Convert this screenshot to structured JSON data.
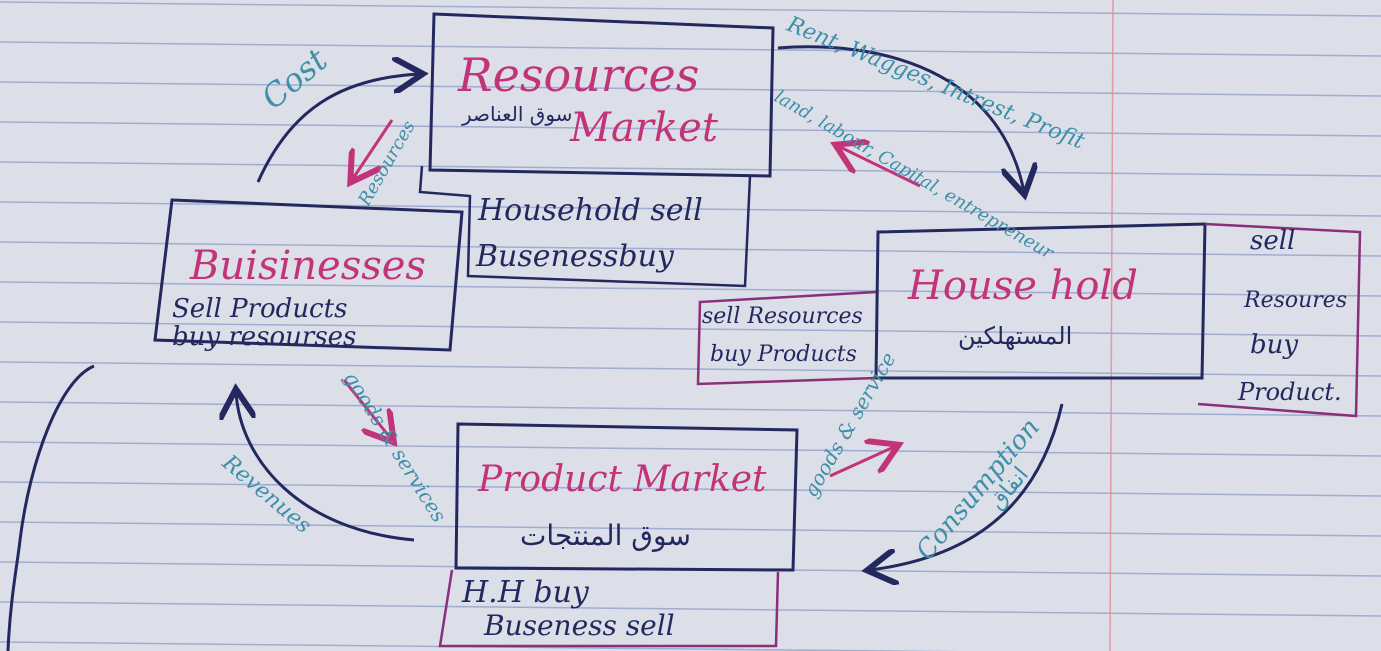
{
  "resources_market": {
    "title_1": "Resources",
    "title_2": "Market",
    "arabic": "سوق العناصر",
    "line_1": "Household sell",
    "line_2": "Busenessbuy"
  },
  "businesses": {
    "title": "Buisinesses",
    "line_1": "Sell Products",
    "line_2": "buy resourses"
  },
  "household": {
    "title": "House hold",
    "arabic": "المستهلكين",
    "left_line_1": "sell Resources",
    "left_line_2": "buy Products",
    "right_line_1": "sell",
    "right_line_2": "Resoures",
    "right_line_3": "buy",
    "right_line_4": "Product."
  },
  "product_market": {
    "title": "Product Market",
    "arabic": "سوق المنتجات",
    "line_1": "H.H buy",
    "line_2": "Buseness sell"
  },
  "arrow_labels": {
    "cost": "Cost",
    "resources": "Resources",
    "rent": "Rent, Wagges, Intrest, Profit",
    "factors": "land, labour, Capital, entrepreneur",
    "goods_left": "goods & services",
    "goods_right": "goods & service",
    "revenue": "Revenues",
    "consumption": "Consumption",
    "consumption_arabic": "انفاق"
  },
  "colors": {
    "paper": "#dcdfe8",
    "rule_line": "#8d9bc9",
    "margin_line": "#e08a9a",
    "ink_navy": "#23285f",
    "ink_pink": "#c2337a",
    "ink_teal": "#3e8fa8"
  }
}
